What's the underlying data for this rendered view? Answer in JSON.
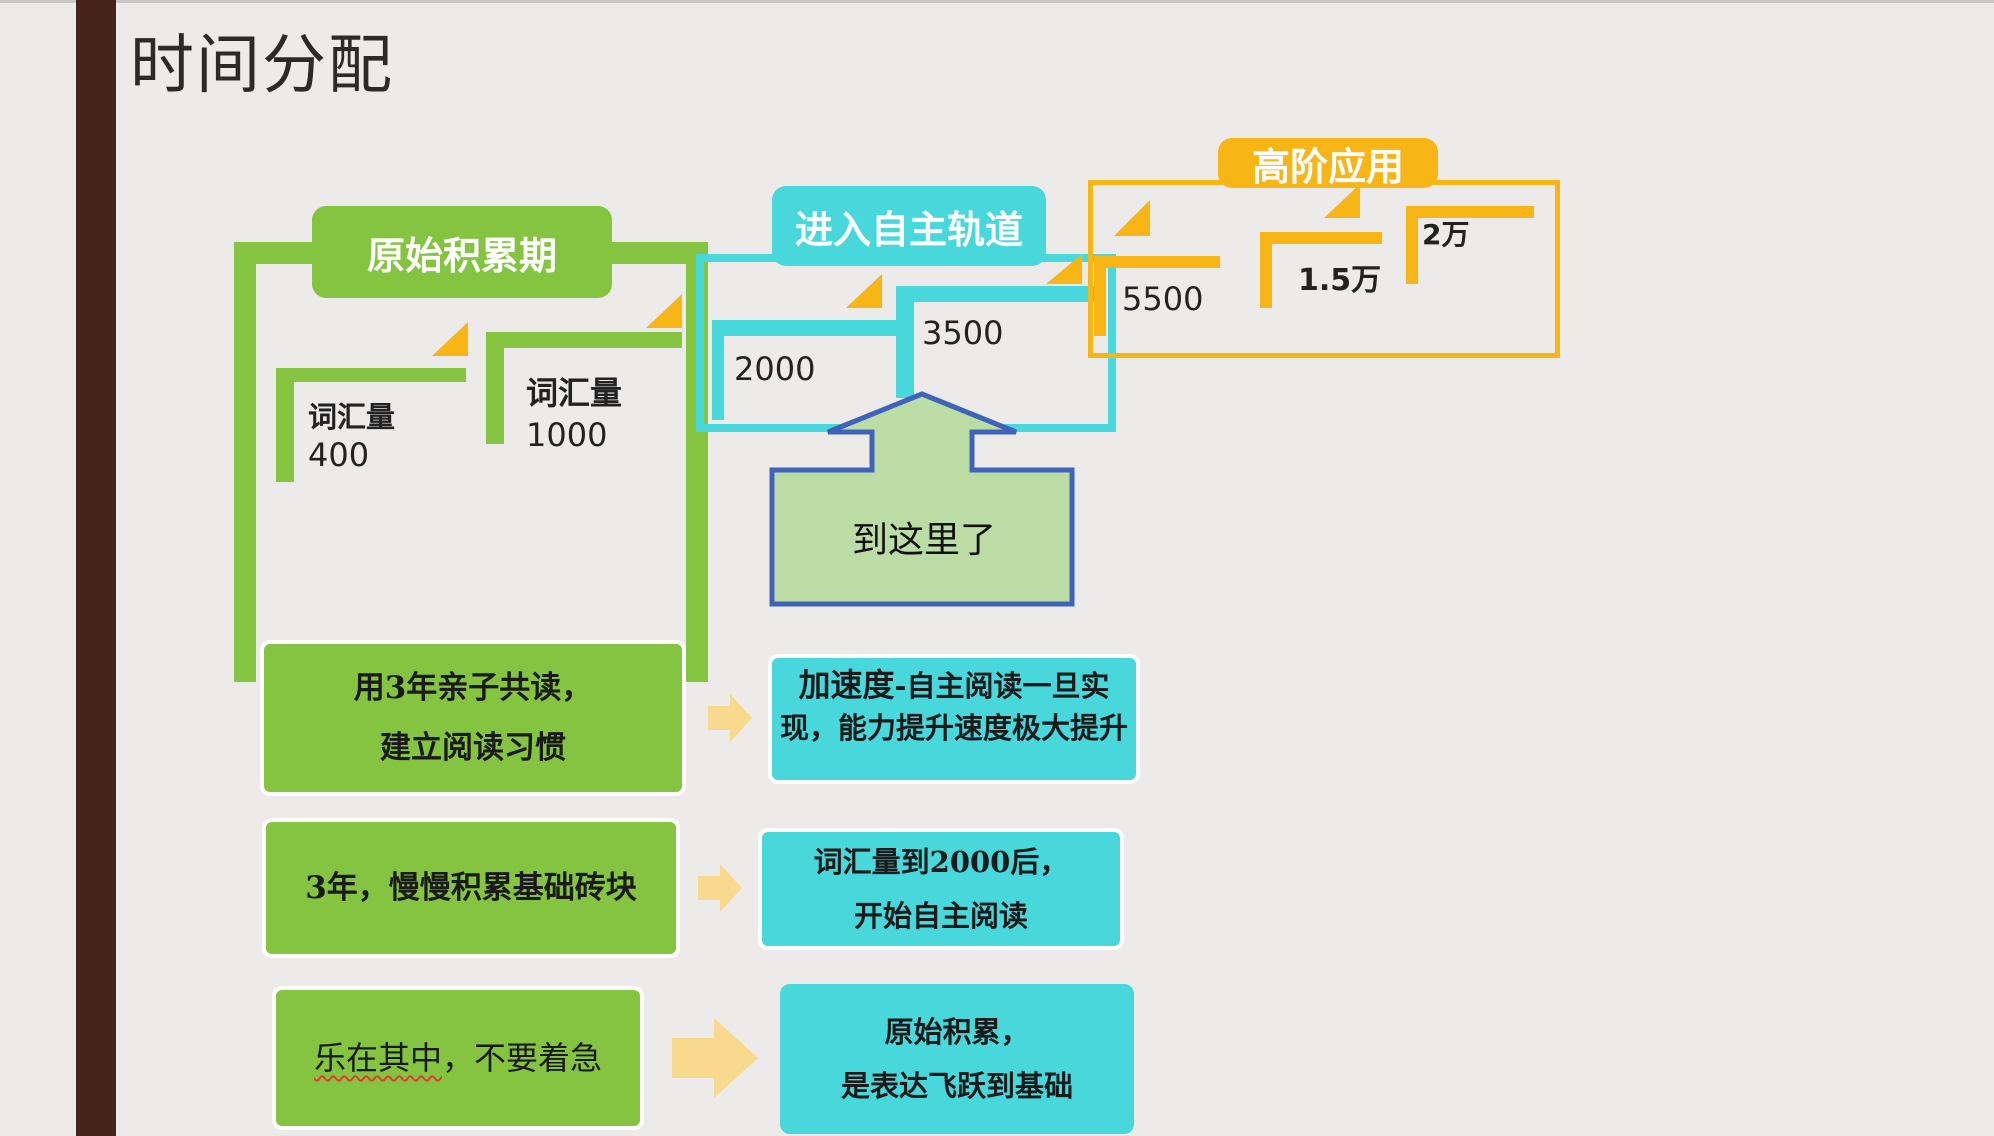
{
  "page": {
    "title": "时间分配"
  },
  "stages": {
    "stage1_label": "原始积累期",
    "stage2_label": "进入自主轨道",
    "stage3_label": "高阶应用"
  },
  "steps": {
    "s1_label": "词汇量",
    "s1_value": "400",
    "s2_label": "词汇量",
    "s2_value": "1000",
    "s3_value": "2000",
    "s4_value": "3500",
    "s5_value": "5500",
    "s6_value": "1.5万",
    "s7_value": "2万"
  },
  "callout": {
    "text": "到这里了"
  },
  "rows": [
    {
      "left_line1": "用3年亲子共读，",
      "left_line2": "建立阅读习惯",
      "right_bold": "加速度",
      "right_rest": "-自主阅读一旦实现，能力提升速度极大提升"
    },
    {
      "left_line1": "3年，慢慢积累基础砖块",
      "right_line1": "词汇量到2000后，",
      "right_line2": "开始自主阅读"
    },
    {
      "left_underlined": "乐在其中",
      "left_rest": "，不要着急",
      "right_line1": "原始积累，",
      "right_line2": "是表达飞跃到基础"
    }
  ],
  "colors": {
    "green": "#85c440",
    "cyan": "#48d7db",
    "orange": "#f7b516",
    "sidebar": "#45221b",
    "callout_fill": "#bcdca6",
    "callout_border": "#3f63b8"
  }
}
